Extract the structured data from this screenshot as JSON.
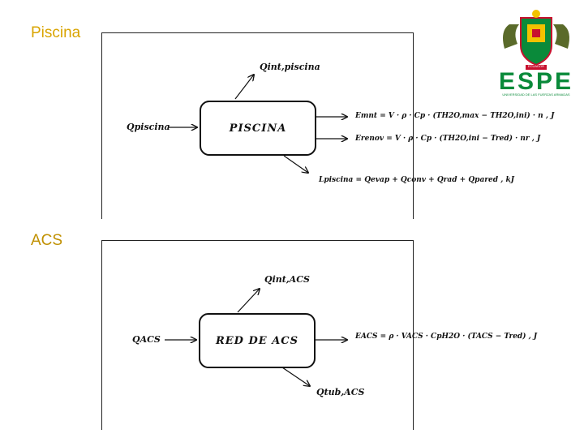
{
  "sections": {
    "piscina_title": "Piscina",
    "acs_title": "ACS"
  },
  "diagram_piscina": {
    "box_label": "PISCINA",
    "input": "Qpiscina",
    "output_top": "Qint,piscina",
    "eq_emnt": "Emnt = V · ρ · Cp · (TH2O,max − TH2O,ini) · n , J",
    "eq_erenov": "Erenov = V · ρ · Cp · (TH2O,ini − Tred) · nr , J",
    "eq_lpiscina": "Lpiscina = Qevap + Qconv + Qrad + Qpared , kJ"
  },
  "diagram_acs": {
    "box_label": "RED DE ACS",
    "input": "QACS",
    "output_top": "Qint,ACS",
    "output_bottom": "Qtub,ACS",
    "eq_eacs": "EACS = ρ · VACS · CpH2O · (TACS − Tred) , J"
  },
  "logo": {
    "brand": "ESPE",
    "subtitle": "UNIVERSIDAD DE LAS FUERZAS ARMADAS",
    "badge": "ECUADOR",
    "colors": {
      "green": "#0a8a3a",
      "yellow": "#f2c200",
      "red": "#c8102e"
    }
  }
}
